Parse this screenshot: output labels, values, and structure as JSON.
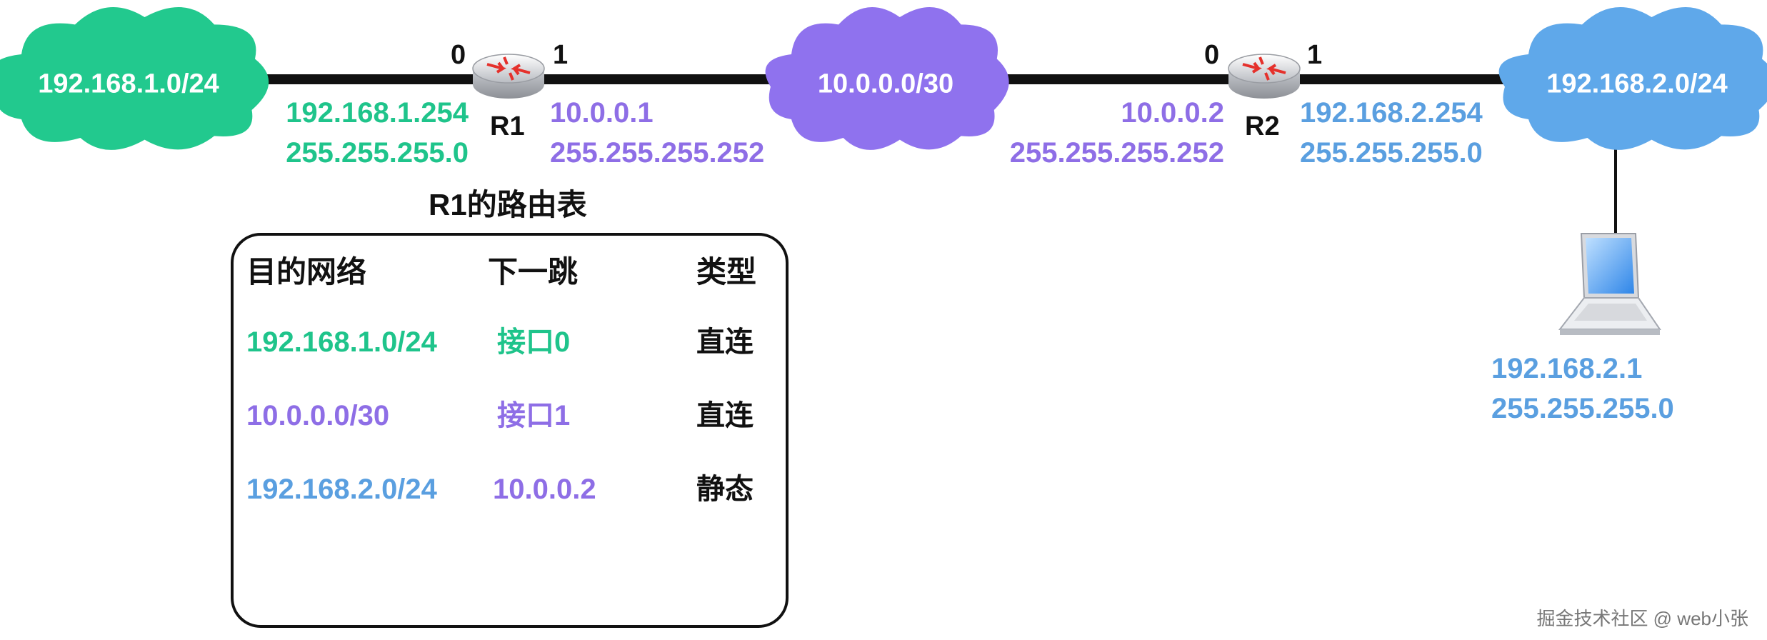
{
  "colors": {
    "lan1": "#22c98e",
    "transit": "#8f72ee",
    "lan2": "#5fa8ea",
    "link": "#111111"
  },
  "networks": {
    "lan1": "192.168.1.0/24",
    "transit": "10.0.0.0/30",
    "lan2": "192.168.2.0/24"
  },
  "r1": {
    "name": "R1",
    "port0": "0",
    "port1": "1",
    "if0_ip": "192.168.1.254",
    "if0_mask": "255.255.255.0",
    "if1_ip": "10.0.0.1",
    "if1_mask": "255.255.255.252"
  },
  "r2": {
    "name": "R2",
    "port0": "0",
    "port1": "1",
    "if0_ip": "10.0.0.2",
    "if0_mask": "255.255.255.252",
    "if1_ip": "192.168.2.254",
    "if1_mask": "255.255.255.0"
  },
  "host": {
    "icon": "laptop-icon",
    "ip": "192.168.2.1",
    "mask": "255.255.255.0"
  },
  "routing_table": {
    "title": "R1的路由表",
    "headers": [
      "目的网络",
      "下一跳",
      "类型"
    ],
    "rows": [
      [
        "192.168.1.0/24",
        "接口0",
        "直连"
      ],
      [
        "10.0.0.0/30",
        "接口1",
        "直连"
      ],
      [
        "192.168.2.0/24",
        "10.0.0.2",
        "静态"
      ]
    ]
  },
  "watermark": "掘金技术社区 @ web小张"
}
